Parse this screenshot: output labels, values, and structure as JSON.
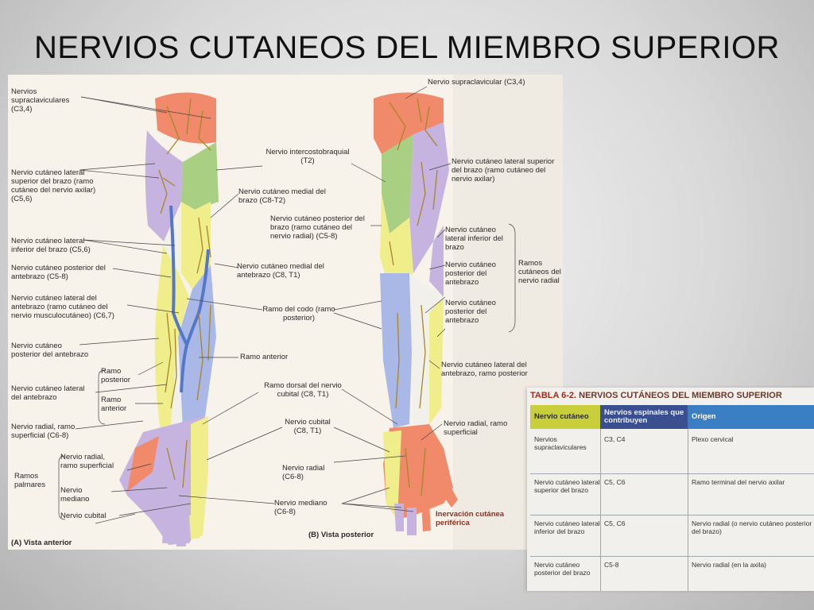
{
  "title": "NERVIOS CUTANEOS DEL MIEMBRO SUPERIOR",
  "figure": {
    "colors": {
      "supraclavicular": "#f08a6a",
      "axillary_lateral_superior": "#c7b3e0",
      "intercostobrachial": "#a9cf82",
      "medial_arm": "#f0ee8a",
      "medial_forearm": "#a9b8e6",
      "radial_posterior": "#f2f0ea",
      "musculocutaneous": "#f0ee8a",
      "ulnar": "#f0ee8a",
      "median": "#c7b3e0",
      "radial_superficial": "#f08a6a",
      "vein": "#5577c8",
      "nerve": "#a7862a"
    },
    "left_labels": [
      "Nervios supraclaviculares (C3,4)",
      "Nervio cutáneo lateral superior del brazo (ramo cutáneo del nervio axilar) (C5,6)",
      "Nervio cutáneo lateral inferior del brazo (C5,6)",
      "Nervio cutáneo posterior del antebrazo (C5-8)",
      "Nervio cutáneo lateral del antebrazo (ramo cutáneo del nervio musculocutáneo) (C6,7)",
      "Nervio cutáneo posterior del antebrazo",
      "Nervio cutáneo lateral del antebrazo",
      "Ramo posterior",
      "Ramo anterior",
      "Nervio radial, ramo superficial (C6-8)",
      "Ramos palmares",
      "Nervio radial, ramo superficial",
      "Nervio mediano",
      "Nervio cubital"
    ],
    "center_labels": [
      "Nervio intercostobraquial (T2)",
      "Nervio cutáneo medial del brazo (C8-T2)",
      "Nervio cutáneo posterior del brazo (ramo cutáneo del nervio radial) (C5-8)",
      "Nervio cutáneo medial del antebrazo (C8, T1)",
      "Ramo del codo (ramo posterior)",
      "Ramo anterior",
      "Ramo dorsal del nervio cubital (C8, T1)",
      "Nervio cubital (C8, T1)",
      "Nervio radial (C6-8)",
      "Nervio mediano (C6-8)"
    ],
    "right_labels": [
      "Nervio supraclavicular (C3,4)",
      "Nervio cutáneo lateral superior del brazo (ramo cutáneo del nervio axilar)",
      "Nervio cutáneo lateral inferior del brazo",
      "Nervio cutáneo posterior del antebrazo",
      "Nervio cutáneo posterior del antebrazo",
      "Ramos cutáneos del nervio radial",
      "Nervio cutáneo lateral del antebrazo, ramo posterior",
      "Nervio radial, ramo superficial",
      "Inervación cutánea periférica"
    ],
    "captions": {
      "anterior": "(A) Vista anterior",
      "posterior": "(B) Vista posterior"
    }
  },
  "table": {
    "caption_prefix": "TABLA 6-2.",
    "caption": "NERVIOS CUTÁNEOS DEL MIEMBRO SUPERIOR",
    "headers": [
      "Nervio cutáneo",
      "Nervios espinales que contribuyen",
      "Origen"
    ],
    "header_colors": [
      "#c8cf3a",
      "#3a4f8f",
      "#3a7fc4"
    ],
    "rows": [
      [
        "Nervios supraclaviculares",
        "C3, C4",
        "Plexo cervical"
      ],
      [
        "Nervio cutáneo lateral superior del brazo",
        "C5, C6",
        "Ramo terminal del nervio axilar"
      ],
      [
        "Nervio cutáneo lateral inferior del brazo",
        "C5, C6",
        "Nervio radial (o nervio cutáneo posterior del brazo)"
      ],
      [
        "Nervio cutáneo posterior del brazo",
        "C5-8",
        "Nervio radial (en la axila)"
      ]
    ]
  }
}
